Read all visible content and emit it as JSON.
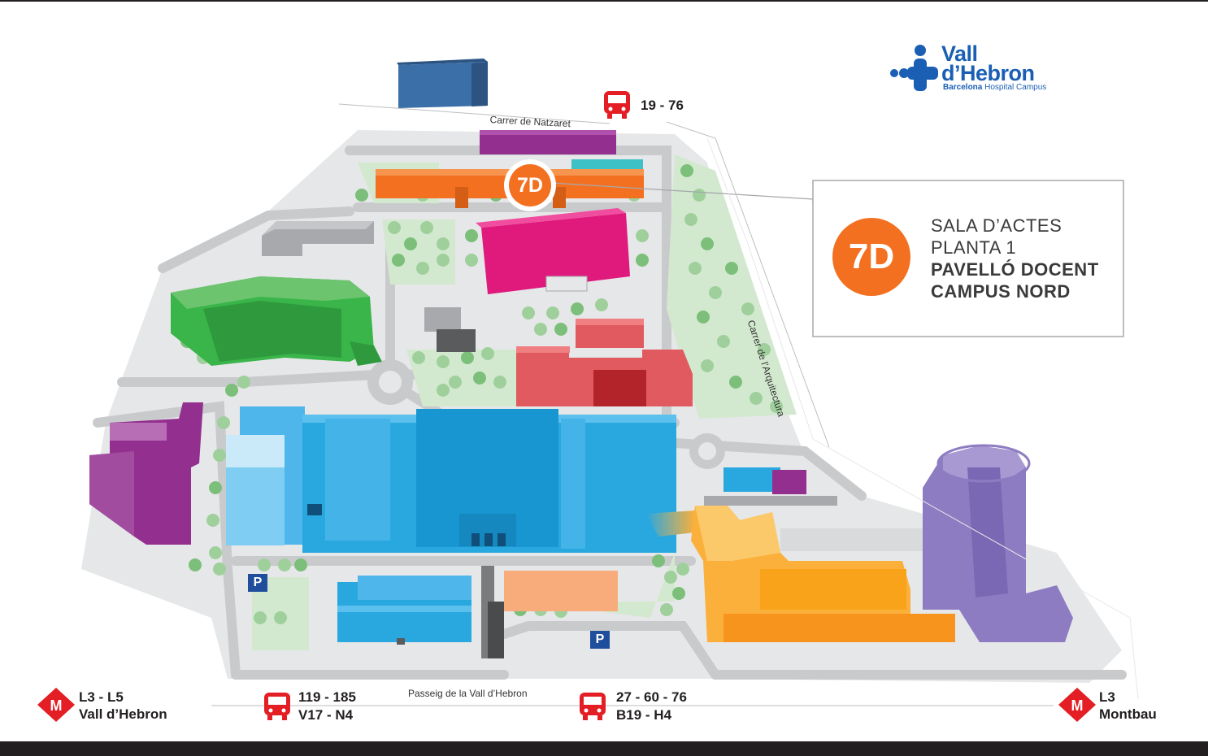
{
  "logo": {
    "line1": "Vall",
    "line2": "d’Hebron",
    "sub_bold": "Barcelona",
    "sub_rest": "Hospital Campus",
    "color": "#1a5fb4"
  },
  "location_marker": {
    "code": "7D",
    "color": "#f37021"
  },
  "callout": {
    "code": "7D",
    "line1": "SALA D’ACTES",
    "line2": "PLANTA 1",
    "line3": "PAVELLÓ DOCENT",
    "line4": "CAMPUS NORD"
  },
  "streets": {
    "natzaret": "Carrer de Natzaret",
    "arquitectura": "Carrer de l’Arquitectura",
    "passeig": "Passeig de la Vall d’Hebron"
  },
  "transport": {
    "bus_top": "19 - 76",
    "metro_left_line": "L3 - L5",
    "metro_left_station": "Vall d’Hebron",
    "bus_left_line1": "119 - 185",
    "bus_left_line2": "V17 - N4",
    "bus_center_line1": "27 - 60 - 76",
    "bus_center_line2": "B19 - H4",
    "metro_right_line": "L3",
    "metro_right_station": "Montbau",
    "metro_icon_label": "M",
    "parking_label": "P"
  },
  "colors": {
    "orange_building": "#f37021",
    "magenta_building": "#e0197d",
    "green_building": "#3ab54a",
    "red_building": "#e05a5f",
    "blue_building": "#29a8e0",
    "purple_building": "#93308f",
    "yellow_building": "#fbb03b",
    "lavender_building": "#8e7cc3",
    "transport_red": "#e31e24",
    "parking_blue": "#1f4e9c"
  }
}
